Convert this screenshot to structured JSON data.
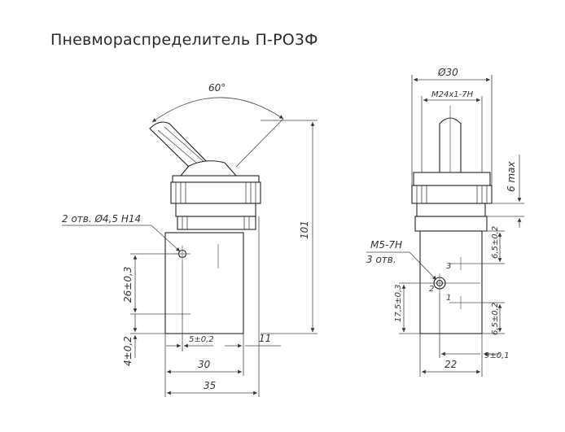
{
  "title": "Пневмораспределитель П-РО3Ф",
  "front_view": {
    "angle": "60°",
    "hole_note": "2 отв. Ø4,5 H14",
    "height_total": "101",
    "hole_spacing": "26±0,3",
    "bottom_offset": "4±0,2",
    "hole_offset": "5±0,2",
    "body_width": "30",
    "body_width_total": "35",
    "right_offset": "11"
  },
  "side_view": {
    "diameter": "Ø30",
    "thread": "M24x1-7H",
    "stroke": "6 max",
    "port_thread": "M5-7H",
    "port_count": "3 отв.",
    "port1": "1",
    "port2": "2",
    "port3": "3",
    "port_height": "17,5±0,3",
    "port_offset_top": "6,5±0,2",
    "port_offset_bottom": "6,5±0,2",
    "body_width": "22",
    "center_offset": "9±0,1"
  }
}
